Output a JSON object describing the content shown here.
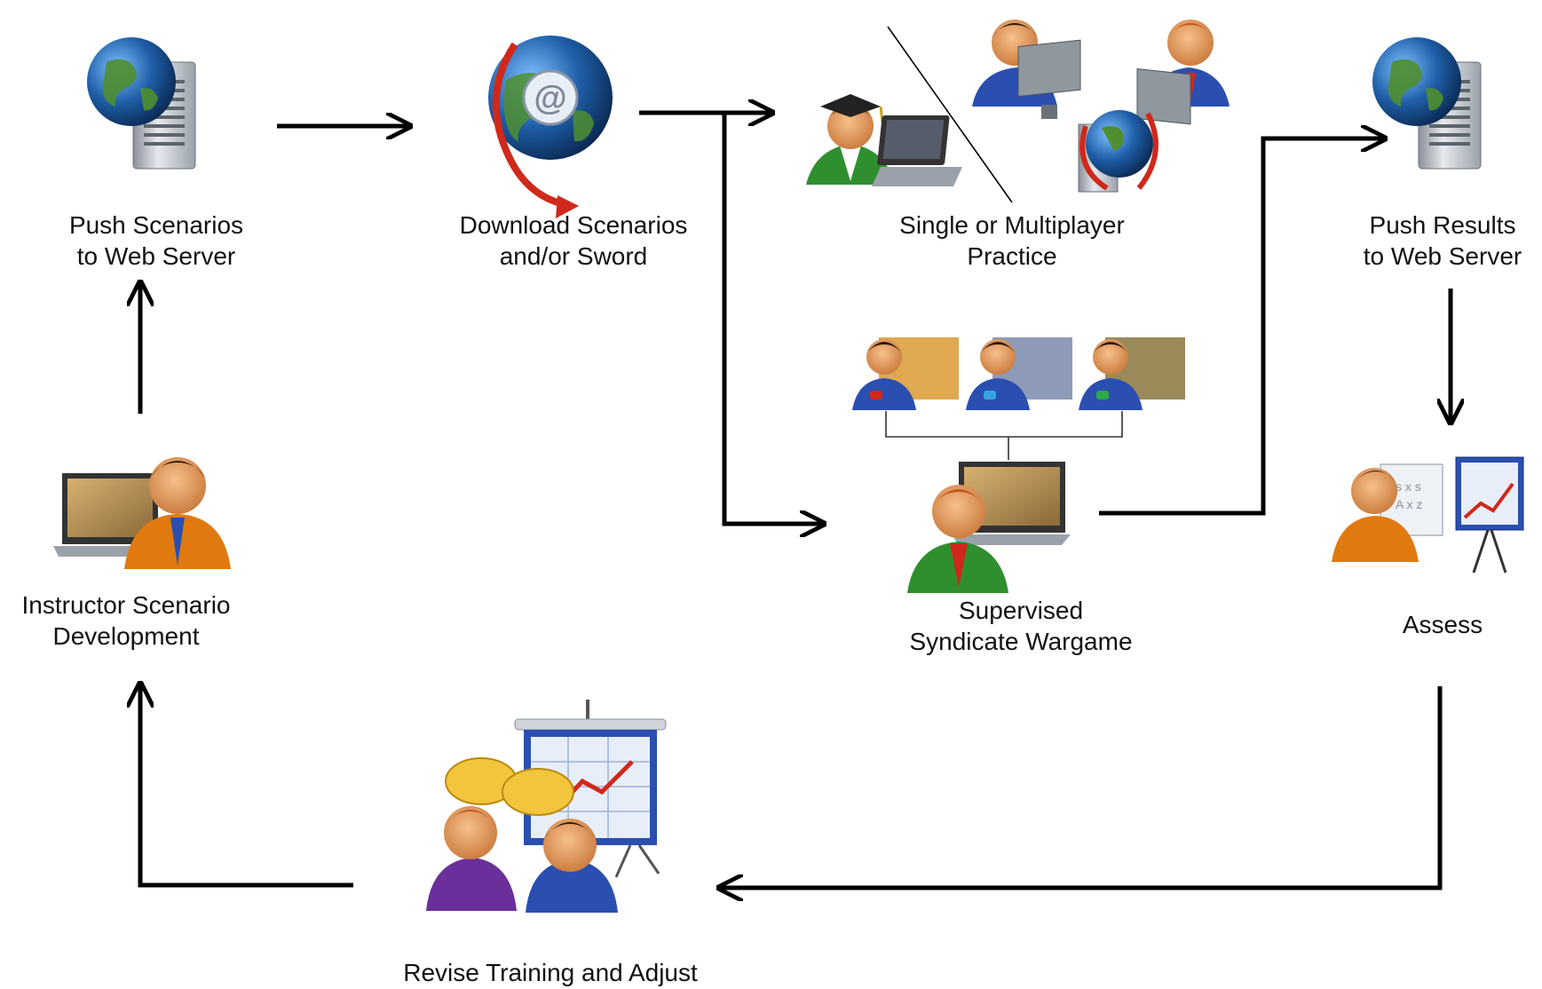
{
  "nodes": {
    "push_scenarios": {
      "lines": [
        "Push Scenarios",
        "to Web Server"
      ],
      "icon": "web-server-globe-icon"
    },
    "download_scenarios": {
      "lines": [
        "Download Scenarios",
        "and/or Sword"
      ],
      "icon": "email-globe-icon"
    },
    "single_multiplayer": {
      "lines": [
        "Single or Multiplayer",
        "Practice"
      ],
      "icon": "players-computers-icon"
    },
    "push_results": {
      "lines": [
        "Push Results",
        "to Web Server"
      ],
      "icon": "web-server-globe-icon"
    },
    "supervised_syndicate": {
      "lines": [
        "Supervised",
        "Syndicate Wargame"
      ],
      "icon": "supervisor-laptop-icon"
    },
    "assess": {
      "lines": [
        "Assess"
      ],
      "icon": "presenter-chart-icon"
    },
    "instructor_development": {
      "lines": [
        "Instructor Scenario",
        "Development"
      ],
      "icon": "instructor-laptop-icon"
    },
    "revise_training": {
      "lines": [
        "Revise Training and Adjust"
      ],
      "icon": "discussion-presentation-icon"
    }
  },
  "syndicate_team_icons": [
    "team-red-icon",
    "team-blue-icon",
    "team-green-icon"
  ],
  "colors": {
    "arrow": "#000000",
    "globe_blue": "#1f5fa8",
    "land_green": "#4f8f2f",
    "orange": "#e07a10",
    "green_suit": "#2f8f2f",
    "blue_suit": "#2a4fb0",
    "purple": "#6a2f9a",
    "red": "#d0281a"
  }
}
